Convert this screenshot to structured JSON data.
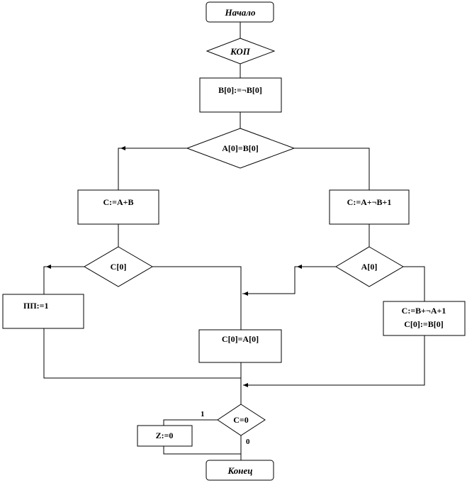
{
  "nodes": {
    "start": "Начало",
    "kop": "КОП",
    "invert_b0": "B[0]:=¬B[0]",
    "compare_signs": "A[0]=B[0]",
    "add": "C:=A+B",
    "sub_a_minus_b": "C:=A+¬B+1",
    "check_c0": "C[0]",
    "check_a0": "A[0]",
    "overflow": "ПП:=1",
    "assign_c0_a0": "C[0]=A[0]",
    "sub_b_minus_a_line1": "C:=B+¬A+1",
    "sub_b_minus_a_line2": "C[0]:=B[0]",
    "check_zero": "C=0",
    "set_z": "Z:=0",
    "end": "Конец"
  },
  "edge_labels": {
    "zero_yes": "1",
    "zero_no": "0"
  },
  "colors": {
    "line": "#000000",
    "background": "#ffffff"
  }
}
